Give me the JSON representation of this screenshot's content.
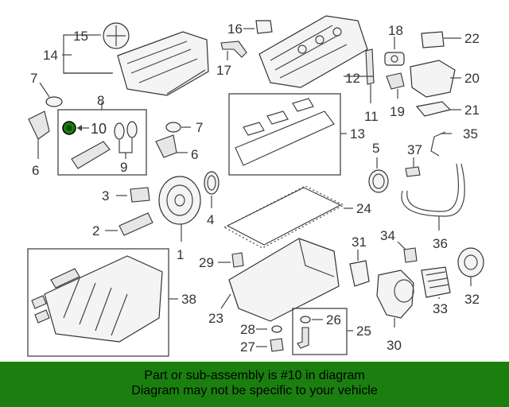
{
  "diagram": {
    "callouts": {
      "n1": "1",
      "n2": "2",
      "n3": "3",
      "n4": "4",
      "n5": "5",
      "n6a": "6",
      "n6b": "6",
      "n7a": "7",
      "n7b": "7",
      "n8": "8",
      "n9": "9",
      "n10": "10",
      "n11": "11",
      "n12": "12",
      "n13": "13",
      "n14": "14",
      "n15": "15",
      "n16": "16",
      "n17": "17",
      "n18": "18",
      "n19": "19",
      "n20": "20",
      "n21": "21",
      "n22": "22",
      "n23": "23",
      "n24": "24",
      "n25": "25",
      "n26": "26",
      "n27": "27",
      "n28": "28",
      "n29": "29",
      "n30": "30",
      "n31": "31",
      "n32": "32",
      "n33": "33",
      "n34": "34",
      "n35": "35",
      "n36": "36",
      "n37": "37",
      "n38": "38"
    },
    "highlight_color": "#1a7f0f"
  },
  "footer": {
    "line1": "Part or sub-assembly is #10 in diagram",
    "line2": "Diagram may not be specific to your vehicle",
    "background": "#1a7f0f"
  }
}
